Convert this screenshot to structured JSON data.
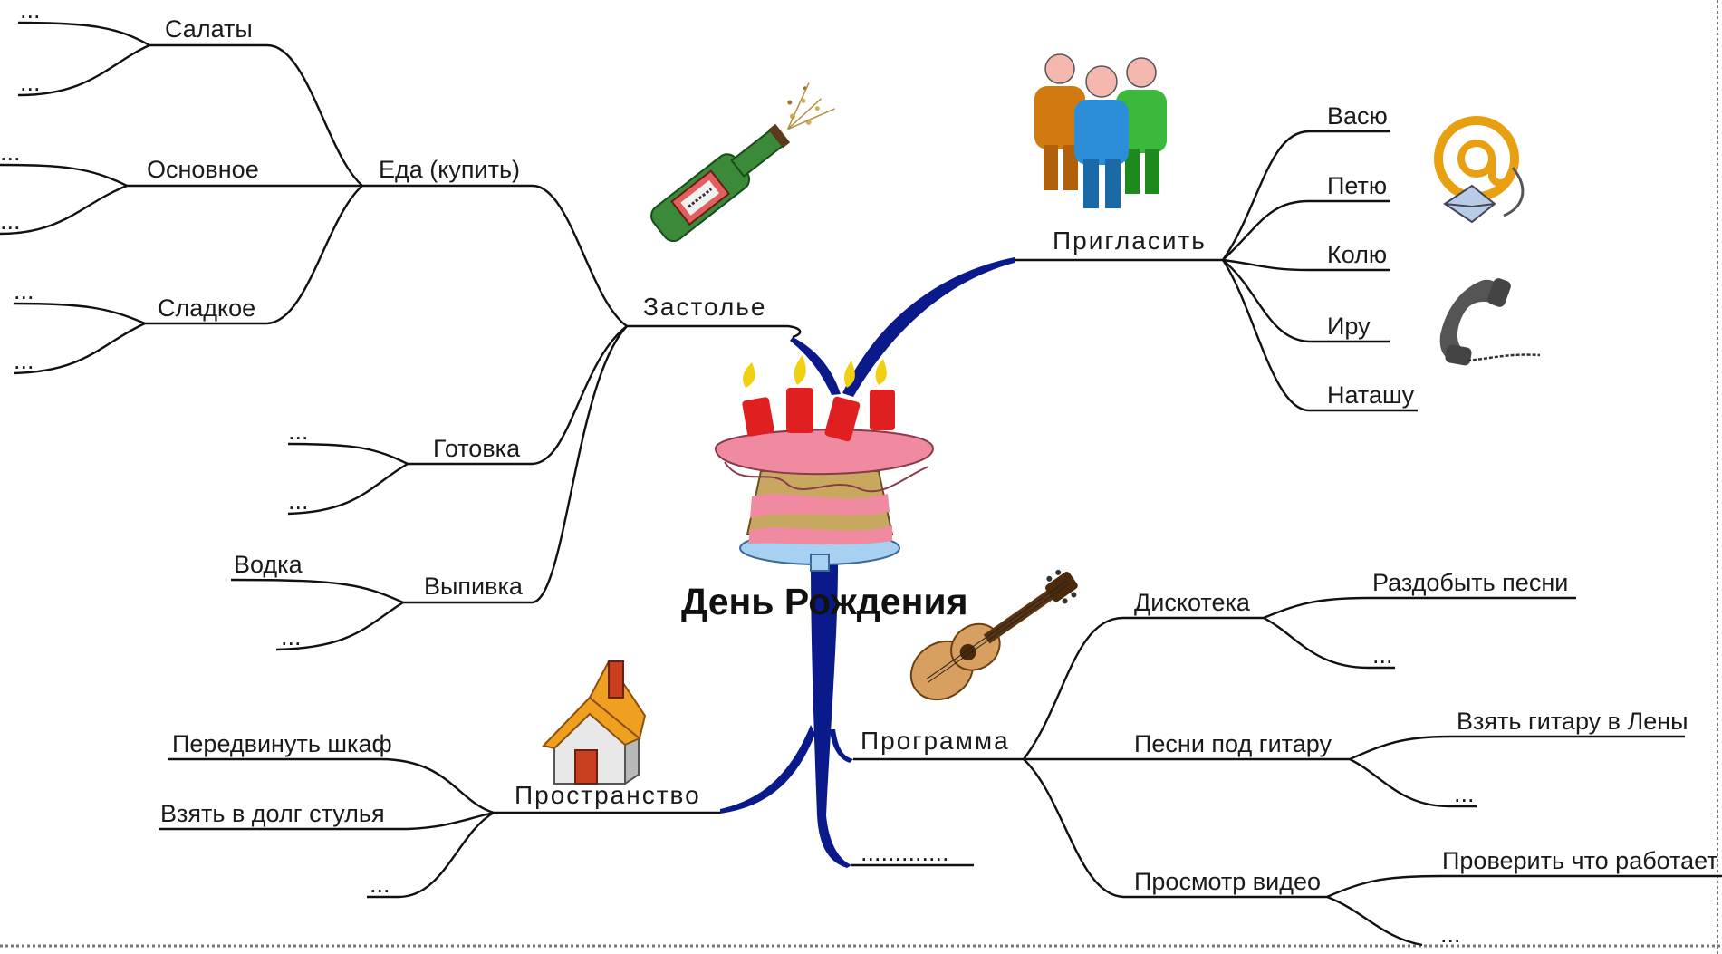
{
  "title": "День Рождения",
  "ellipsis": "...",
  "dotted_leaf": ".............",
  "branches": {
    "feast": {
      "label": "Застолье",
      "food": {
        "label": "Еда (купить)",
        "salads": "Салаты",
        "main": "Основное",
        "sweet": "Сладкое"
      },
      "cooking": "Готовка",
      "drinks": {
        "label": "Выпивка",
        "vodka": "Водка"
      }
    },
    "invite": {
      "label": "Пригласить",
      "guests": [
        "Васю",
        "Петю",
        "Колю",
        "Иру",
        "Наташу"
      ]
    },
    "space": {
      "label": "Пространство",
      "tasks": [
        "Передвинуть шкаф",
        "Взять в долг стулья"
      ]
    },
    "program": {
      "label": "Программа",
      "disco": {
        "label": "Дискотека",
        "get_songs": "Раздобыть песни"
      },
      "guitar": {
        "label": "Песни под гитару",
        "borrow": "Взять гитару в Лены"
      },
      "video": {
        "label": "Просмотр видео",
        "check": "Проверить что работает"
      }
    }
  },
  "icons": [
    "champagne-icon",
    "people-icon",
    "email-icon",
    "phone-icon",
    "cake-icon",
    "guitar-icon",
    "house-icon"
  ],
  "colors": {
    "trunk": "#0a1a8a",
    "line": "#111111",
    "cake_top": "#f08aa0",
    "cake_layer": "#c8a860",
    "candle": "#e02020",
    "plate": "#a8d0f0"
  }
}
